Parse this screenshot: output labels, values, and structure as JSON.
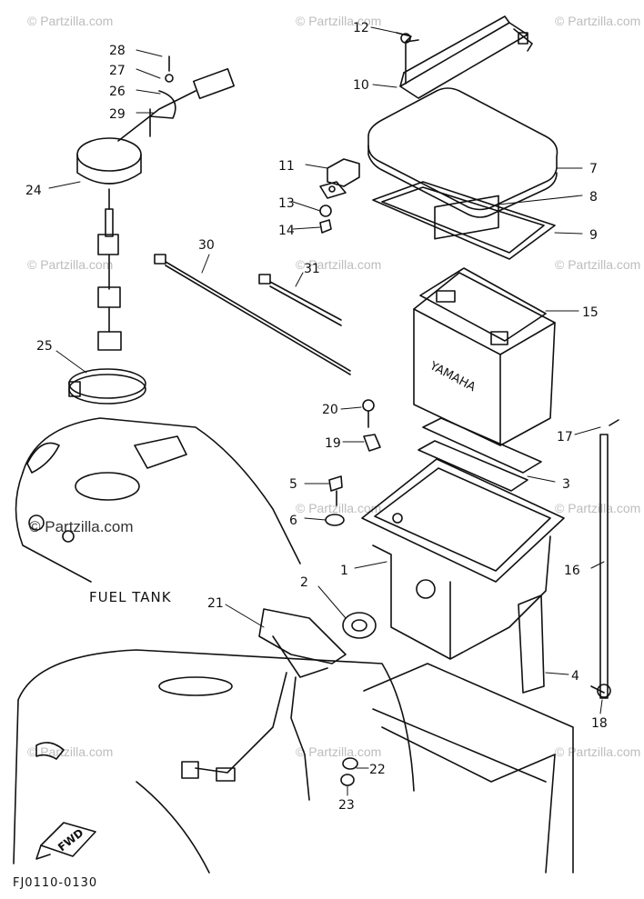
{
  "watermark": "© Partzilla.com",
  "watermark_prominent": "© Partzilla.com",
  "caption_fuel_tank": "FUEL TANK",
  "diagram_code": "FJ0110-0130",
  "fwd_label": "FWD",
  "brand_label": "YAMAHA",
  "callouts": {
    "c1": "1",
    "c2": "2",
    "c3": "3",
    "c4": "4",
    "c5": "5",
    "c6": "6",
    "c7": "7",
    "c8": "8",
    "c9": "9",
    "c10": "10",
    "c11": "11",
    "c12": "12",
    "c13": "13",
    "c14": "14",
    "c15": "15",
    "c16": "16",
    "c17": "17",
    "c18": "18",
    "c19": "19",
    "c20": "20",
    "c21": "21",
    "c22": "22",
    "c23": "23",
    "c24": "24",
    "c25": "25",
    "c26": "26",
    "c27": "27",
    "c28": "28",
    "c29": "29",
    "c30": "30",
    "c31": "31"
  }
}
